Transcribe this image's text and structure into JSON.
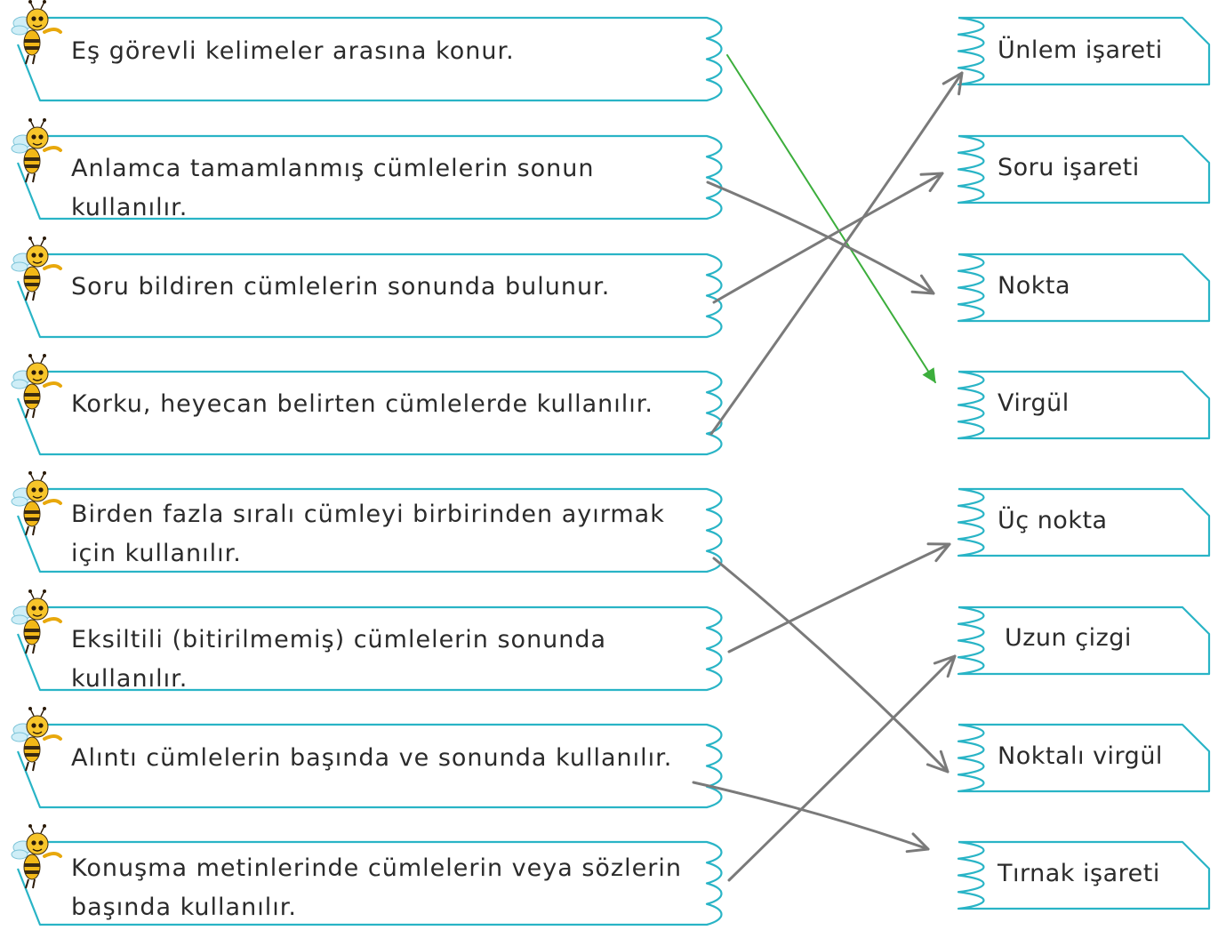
{
  "statements": [
    {
      "text": "Eş görevli kelimeler arasına konur."
    },
    {
      "text": "Anlamca tamamlanmış cümlelerin sonun kullanılır."
    },
    {
      "text": "Soru bildiren cümlelerin sonunda bulunur."
    },
    {
      "text": "Korku, heyecan belirten cümlelerde kullanılır."
    },
    {
      "text": "Birden fazla sıralı cümleyi birbirinden ayırmak için kullanılır."
    },
    {
      "text": "Eksiltili (bitirilmemiş) cümlelerin sonunda kullanılır."
    },
    {
      "text": "Alıntı cümlelerin başında ve sonunda kullanılır."
    },
    {
      "text": "Konuşma metinlerinde cümlelerin veya sözlerin başında kullanılır."
    }
  ],
  "punctuation": [
    {
      "text": "Ünlem işareti"
    },
    {
      "text": "Soru işareti"
    },
    {
      "text": "Nokta"
    },
    {
      "text": "Virgül"
    },
    {
      "text": "Üç nokta"
    },
    {
      "text": "Uzun çizgi"
    },
    {
      "text": "Noktalı virgül"
    },
    {
      "text": "Tırnak işareti"
    }
  ],
  "matches": [
    {
      "from": 0,
      "to": 3,
      "color": "#3cae3c"
    },
    {
      "from": 1,
      "to": 2,
      "color": "#7a7a7a"
    },
    {
      "from": 2,
      "to": 1,
      "color": "#7a7a7a"
    },
    {
      "from": 3,
      "to": 0,
      "color": "#7a7a7a"
    },
    {
      "from": 4,
      "to": 6,
      "color": "#7a7a7a"
    },
    {
      "from": 5,
      "to": 4,
      "color": "#7a7a7a"
    },
    {
      "from": 6,
      "to": 7,
      "color": "#7a7a7a"
    },
    {
      "from": 7,
      "to": 5,
      "color": "#7a7a7a"
    }
  ],
  "colors": {
    "frame": "#29b4c6",
    "text": "#2b2b2b"
  },
  "icons": {
    "bee": "bee-icon"
  }
}
